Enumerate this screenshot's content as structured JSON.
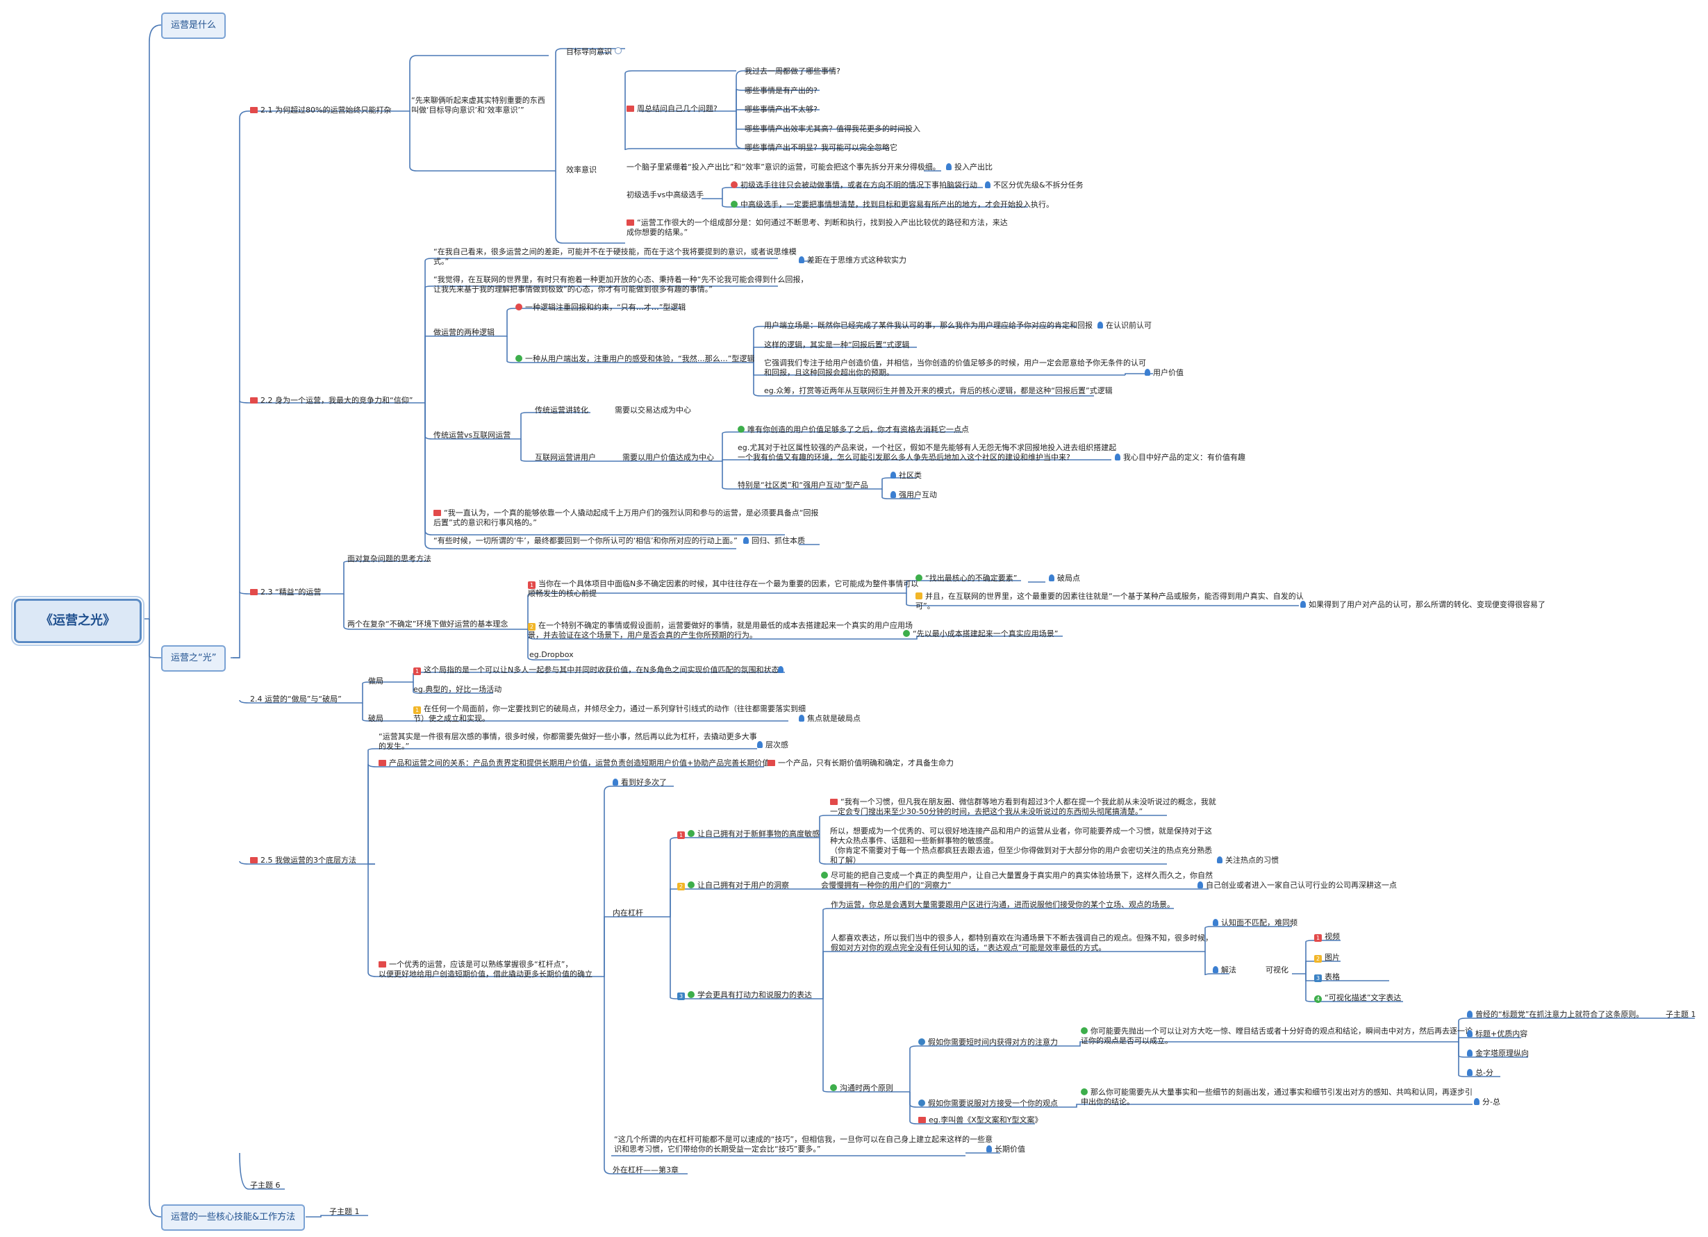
{
  "root": {
    "label": "《运营之光》"
  },
  "branches": {
    "b1": "运营是什么",
    "b2": "运营之“光”",
    "b3": "运营的一些核心技能&工作方法"
  },
  "sec21": {
    "label": "2.1 为何超过80%的运营始终只能打杂",
    "q": "“先来聊俩听起来虚其实特别重要的东西\n叫做‘目标导向意识’和‘效率意识’”",
    "goal": "目标导向意识",
    "eff": "效率意识",
    "weekly": "周总结问自己几个问题?",
    "w1": "我过去一周都做了哪些事情?",
    "w2": "哪些事情是有产出的?",
    "w3": "哪些事情产出不太够?",
    "w4": "哪些事情产出效率尤其高？值得我花更多的时间投入",
    "w5": "哪些事情产出不明显？我可能可以完全忽略它",
    "brain": "一个脑子里紧绷着“投入产出比”和“效率”意识的运营，可能会把这个事先拆分开来分得极细。",
    "brainTag": "投入产出比",
    "junior": "初级选手vs中高级选手",
    "j1": "初级选手往往只会被动做事情，或者在方向不明的情况下事拍脑袋行动",
    "j1Tag": "不区分优先级&不拆分任务",
    "j2": "中高级选手，一定要把事情想清楚，找到目标和更容易有所产出的地方，才会开始投入执行。",
    "work": "“运营工作很大的一个组成部分是：如何通过不断思考、判断和执行，找到投入产出比较优的路径和方法，来达\n成你想要的结果。”"
  },
  "sec22": {
    "label": "2.2 身为一个运营，我最大的竞争力和“信仰”",
    "q1": "“在我自己看来，很多运营之间的差距，可能并不在于硬技能，而在于这个我将要提到的意识，或者说思维模\n式。”",
    "q1Tag": "差距在于思维方式这种软实力",
    "q2": "“我觉得，在互联网的世界里，有时只有抱着一种更加开放的心态、秉持着一种“先不论我可能会得到什么回报，\n让我先来基于我的理解把事情做到极致”的心态，你才有可能做到很多有趣的事情。”",
    "two": "做运营的两种逻辑",
    "logicA": "一种逻辑注重回报和约束，“只有…才…”型逻辑",
    "logicB": "一种从用户端出发，注重用户的感受和体验，“我然…那么…”型逻辑",
    "b1": "用户端立场是：既然你已经完成了某件我认可的事，那么我作为用户理应给予你对应的肯定和回报",
    "b1Tag": "在认识前认可",
    "b2": "这样的逻辑，其实是一种“回报后置”式逻辑",
    "b3": "它强调我们专注于给用户创造价值，并相信，当你创造的价值足够多的时候，用户一定会愿意给予你无条件的认可\n和回报，且这种回报会超出你的预期。",
    "b3Tag": "用户价值",
    "b4": "eg.众筹，打赏等近两年从互联网衍生并普及开来的模式，背后的核心逻辑，都是这种“回报后置”式逻辑",
    "trad": "传统运营vs互联网运营",
    "tradA": "传统运营讲转化",
    "tradAv": "需要以交易达成为中心",
    "tradB": "互联网运营讲用户",
    "tradBv": "需要以用户价值达成为中心",
    "c1": "唯有你创造的用户价值足够多了之后，你才有资格去消耗它一点点",
    "c2": "eg.尤其对于社区属性较强的产品来说，一个社区，假如不是先能够有人无怨无悔不求回报地投入进去组织搭建起\n一个我有价值又有趣的环境，怎么可能引发那么多人争先恐后地加入这个社区的建设和维护当中来?",
    "c2Tag": "我心目中好产品的定义：有价值有趣",
    "c3": "特别是“社区类”和“强用户互动”型产品",
    "c3a": "社区类",
    "c3b": "强用户互动",
    "q3": "“我一直认为，一个真的能够依靠一个人撬动起成千上万用户们的强烈认同和参与的运营，是必须要具备点“回报\n后置”式的意识和行事风格的。”",
    "q4": "“有些时候，一切所谓的‘牛’，最终都要回到一个你所认可的‘相信’和你所对应的行动上面。”",
    "q4Tag": "回归、抓住本质"
  },
  "sec23": {
    "label": "2.3 “精益”的运营",
    "a": "面对复杂问题的思考方法",
    "b": "两个在复杂“不确定”环境下做好运营的基本理念",
    "p1": "当你在一个具体项目中面临N多不确定因素的时候，其中往往存在一个最为重要的因素，它可能成为整件事情可以\n顺畅发生的核心前提",
    "p1a": "“找出最核心的不确定要素”",
    "p1aTag": "破局点",
    "p1b": "并且，在互联网的世界里，这个最重要的因素往往就是“一个基于某种产品或服务，能否得到用户真实、自发的认\n可”。",
    "p1bTag": "如果得到了用户对产品的认可，那么所谓的转化、变现便变得很容易了",
    "p2": "在一个特别不确定的事情或假设面前，运营要做好的事情，就是用最低的成本去搭建起来一个真实的用户应用场\n景，并去验证在这个场景下，用户是否会真的产生你所预期的行为。",
    "p2a": "“先以最小成本搭建起来一个真实应用场景”",
    "p3": "eg.Dropbox"
  },
  "sec24": {
    "label": "2.4 运营的“做局”与“破局”",
    "a": "做局",
    "a1": "这个局指的是一个可以让N多人一起参与其中并同时收获价值，在N多角色之间实现价值匹配的氛围和状态",
    "a2": "eg.典型的，好比一场活动",
    "b": "破局",
    "b1": "在任何一个局面前，你一定要找到它的破局点，并倾尽全力，通过一系列穿针引线式的动作（往往都需要落实到细\n节）使之成立和实现。",
    "b1Tag": "焦点就是破局点"
  },
  "sec25": {
    "label": "2.5 我做运营的3个底层方法",
    "q": "“运营其实是一件很有层次感的事情，很多时候，你都需要先做好一些小事，然后再以此为杠杆，去撬动更多大事\n的发生。”",
    "qTag": "层次感",
    "prod": "产品和运营之间的关系：产品负责界定和提供长期用户价值，运营负责创造短期用户价值+协助产品完善长期价值",
    "prodTag": "一个产品，只有长期价值明确和确定，才具备生命力",
    "main": "一个优秀的运营，应该是可以熟练掌握很多“杠杆点”，\n以便更好地给用户创造短期价值，借此撬动更多长期价值的确立",
    "times": "看到好多次了",
    "inner": "内在杠杆",
    "outer": "外在杠杆——第3章",
    "s1": "让自己拥有对于新鲜事物的高度敏感",
    "s1a": "“我有一个习惯，但凡我在朋友圈、微信群等地方看到有超过3个人都在提一个我此前从未没听说过的概念，我就\n一定会专门搜出来至少30-50分钟的时间，去把这个我从未没听说过的东西彻头彻尾搞清楚。”",
    "s1b": "所以，想要成为一个优秀的、可以很好地连接产品和用户的运营从业者，你可能要养成一个习惯，就是保持对于这\n种大众热点事件、话题和一些新鲜事物的敏感度。\n（你肯定不需要对于每一个热点都疯狂去跟去追，但至少你得做到对于大部分你的用户会密切关注的热点充分熟悉\n和了解）",
    "s1bTag": "关注热点的习惯",
    "s2": "让自己拥有对于用户的洞察",
    "s2a": "尽可能的把自己变成一个真正的典型用户，让自己大量置身于真实用户的真实体验场景下，这样久而久之，你自然\n会慢慢拥有一种你的用户们的“洞察力”",
    "s2aTag": "自己创业或者进入一家自己认可行业的公司再深耕这一点",
    "s3": "学会更具有打动力和说服力的表达",
    "s3a": "作为运营，你总是会遇到大量需要跟用户区进行沟通，进而说服他们接受你的某个立场、观点的场景。",
    "s3b": "人都喜欢表达，所以我们当中的很多人，都特别喜欢在沟通场景下不断去强调自己的观点。但殊不知，很多时候，\n假如对方对你的观点完全没有任何认知的话，“表达观点”可能是效率最低的方式。",
    "s3b1": "认知面不匹配，难同频",
    "s3b2": "解法",
    "s3b3": "可视化",
    "v1": "视频",
    "v2": "图片",
    "v3": "表格",
    "v4": "“可视化描述”文字表达",
    "twoP": "沟通时两个原则",
    "r1": "假如你需要短时间内获得对方的注意力",
    "r1a": "你可能要先抛出一个可以让对方大吃一惊、瞠目结舌或者十分好奇的观点和结论，瞬间击中对方，然后再去逐一论\n证你的观点是否可以成立。",
    "r1a1": "曾经的“标题党”在抓注意力上就符合了这条原则。",
    "r1a1t": "子主题 1",
    "r1a2": "标题+优质内容",
    "r1a3": "金字塔原理纵向",
    "r1a4": "总-分",
    "r2": "假如你需要说服对方接受一个你的观点",
    "r2a": "那么你可能需要先从大量事实和一些细节的刻画出发，通过事实和细节引发出对方的感知、共鸣和认同，再逐步引\n申出你的结论。",
    "r2aTag": "分-总",
    "r3": "eg.李叫兽《X型文案和Y型文案》",
    "long": "“这几个所谓的内在杠杆可能都不是可以速成的“技巧”，但相信我，一旦你可以在自己身上建立起来这样的一些意\n识和思考习惯，它们带给你的长期受益一定会比“技巧”要多。”",
    "longTag": "长期价值"
  },
  "sub6": "子主题 6",
  "sub1": "子主题 1"
}
